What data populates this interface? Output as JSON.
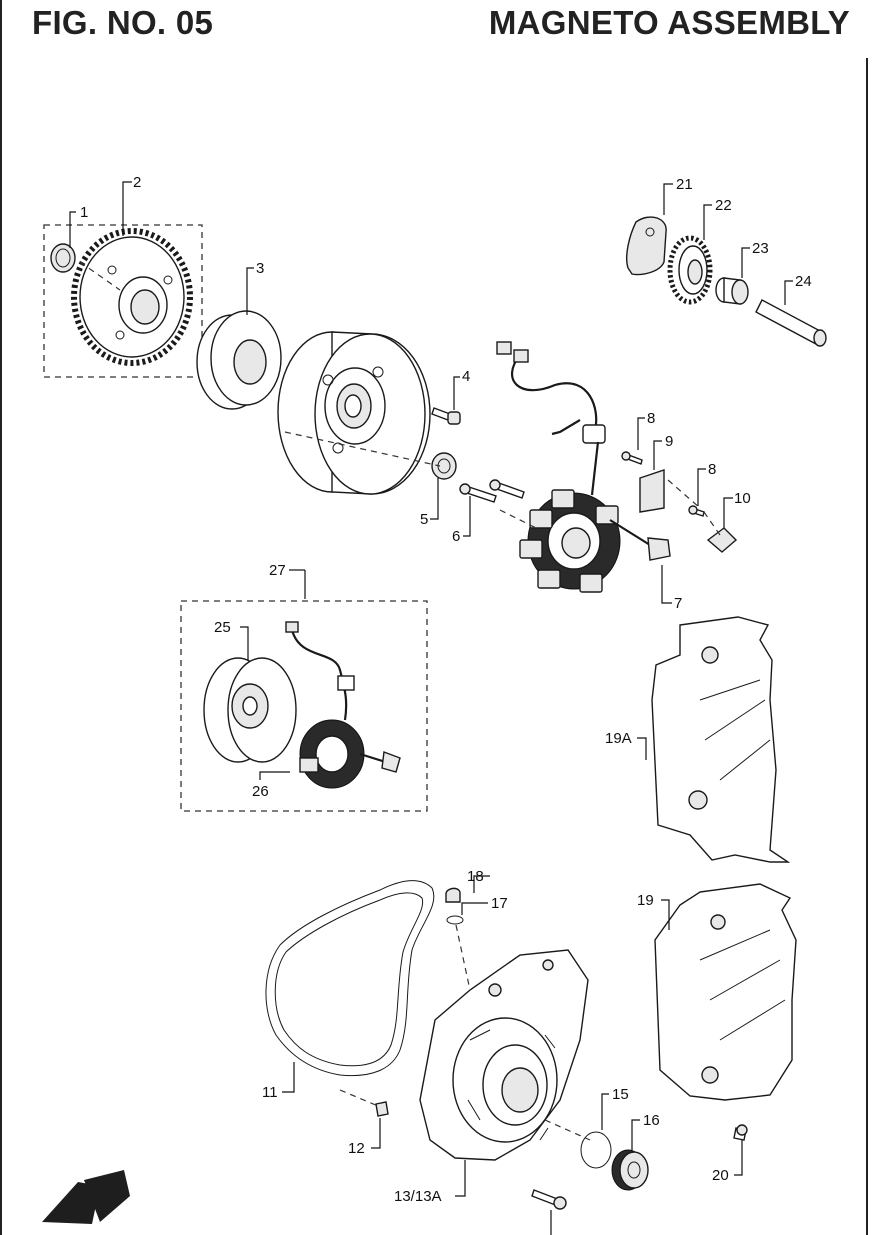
{
  "header": {
    "fig_no": "FIG. NO. 05",
    "title": "MAGNETO ASSEMBLY"
  },
  "callouts": {
    "c1": "1",
    "c2": "2",
    "c3": "3",
    "c4": "4",
    "c5": "5",
    "c6": "6",
    "c7": "7",
    "c8a": "8",
    "c8b": "8",
    "c9": "9",
    "c10": "10",
    "c11": "11",
    "c12": "12",
    "c13": "13/13A",
    "c15": "15",
    "c16": "16",
    "c17": "17",
    "c18": "18",
    "c19": "19",
    "c19a": "19A",
    "c20": "20",
    "c21": "21",
    "c22": "22",
    "c23": "23",
    "c24": "24",
    "c25": "25",
    "c26": "26",
    "c27": "27"
  },
  "colors": {
    "ink": "#222222",
    "background": "#ffffff",
    "logo": "#1e1e1e"
  }
}
